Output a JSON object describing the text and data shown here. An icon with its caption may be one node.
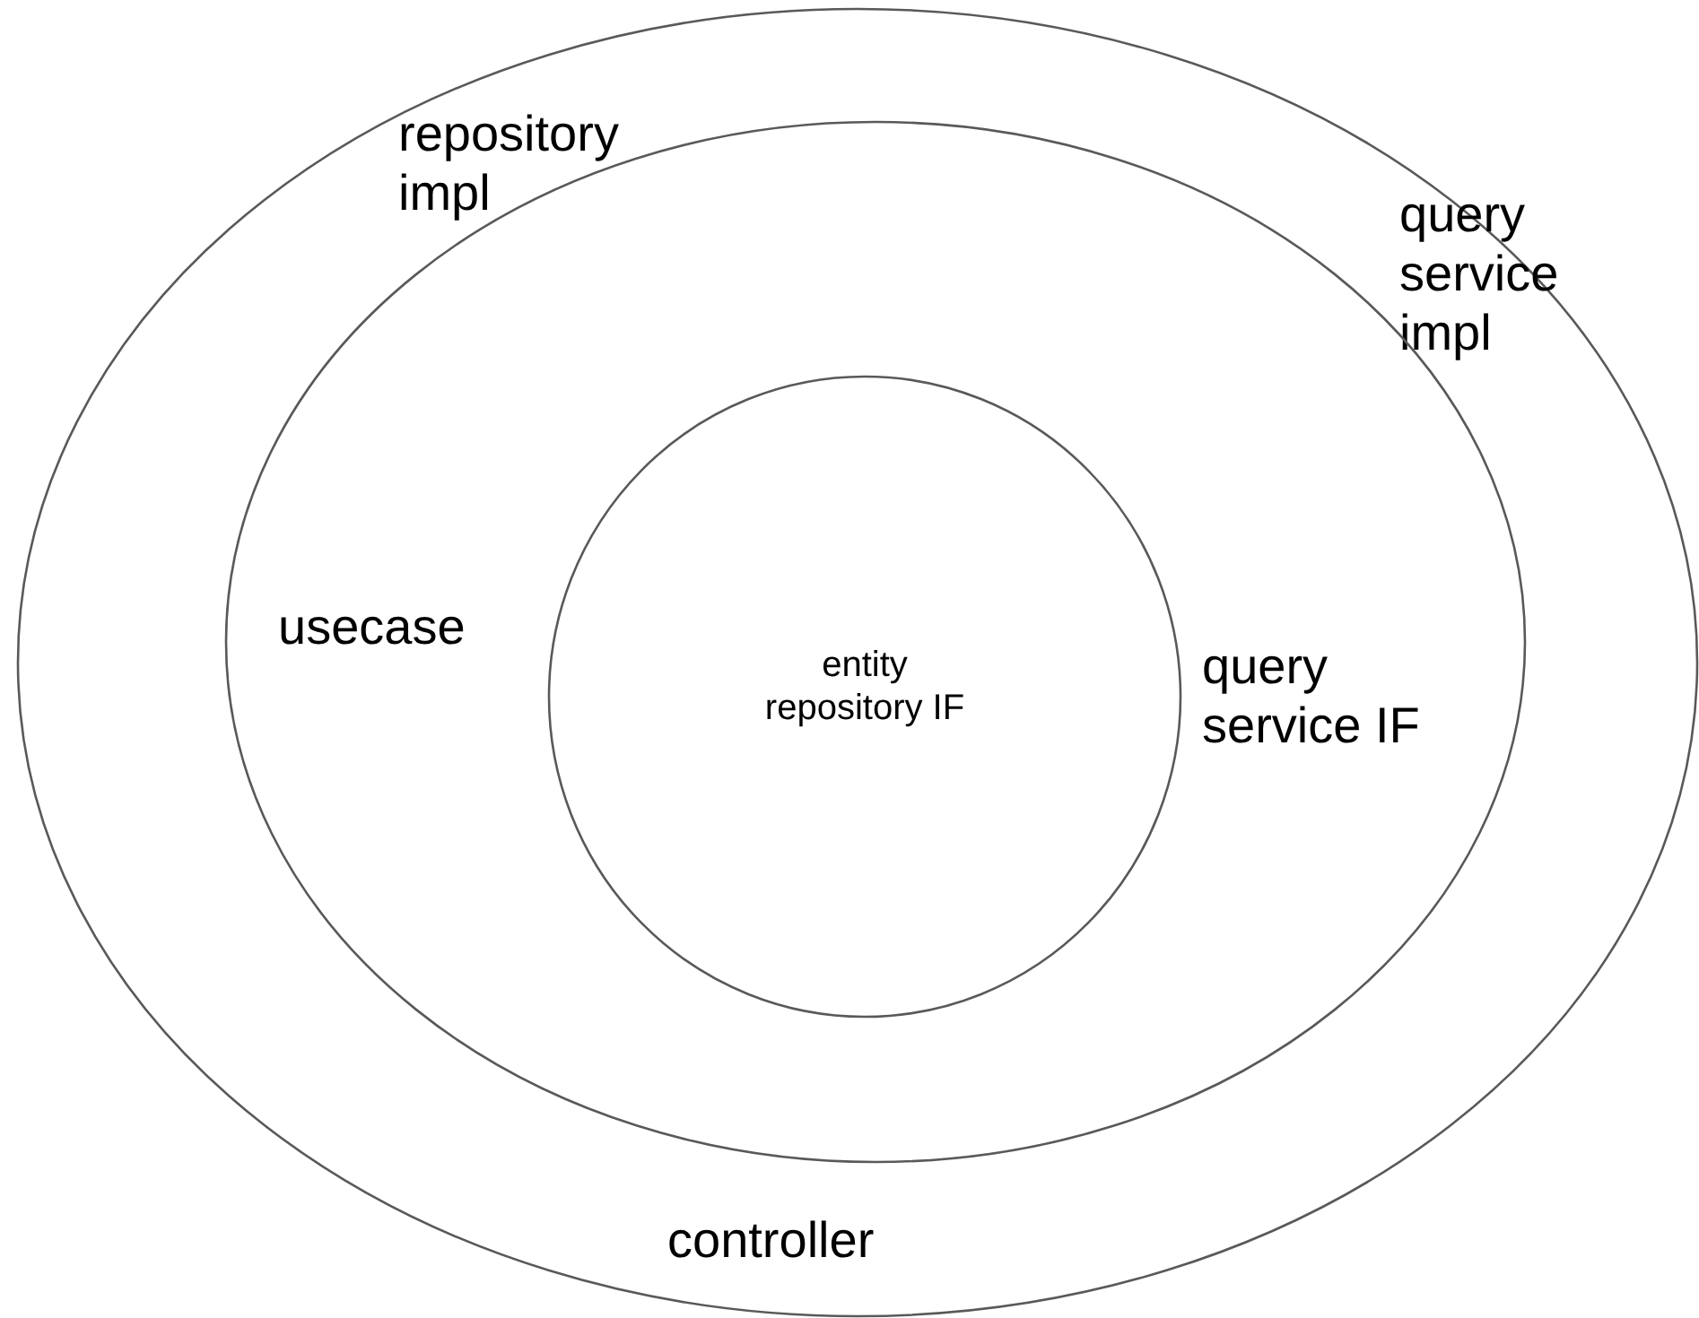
{
  "diagram": {
    "nodes": [
      {
        "text": [
          "repository impl",
          "query service impl",
          "controller"
        ]
      },
      {
        "text": [
          "usecase",
          "query service IF"
        ],
        "in": 0
      },
      {
        "text": [
          "entity repository IF"
        ],
        "in": 1
      }
    ]
  }
}
